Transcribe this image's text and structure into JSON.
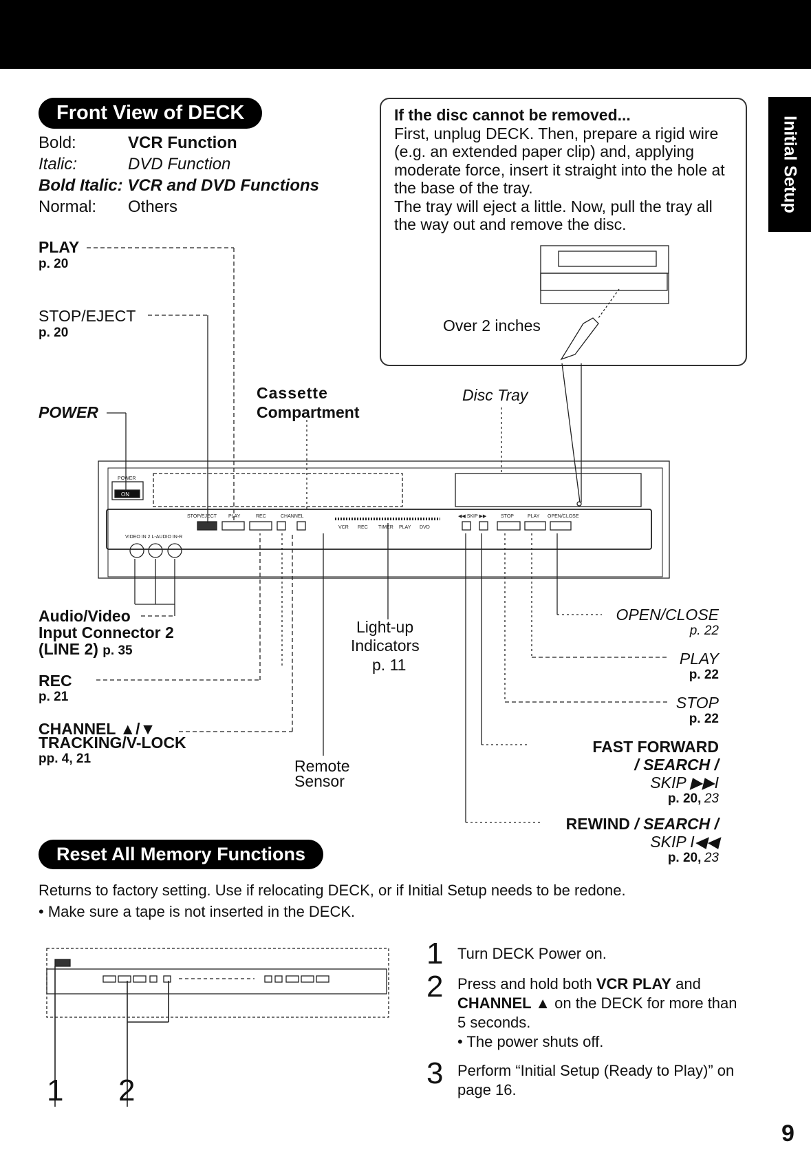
{
  "side_tab": "Initial Setup",
  "front_view": {
    "title": "Front View of DECK",
    "legend": [
      {
        "key": "Bold:",
        "value": "VCR Function"
      },
      {
        "key": "Italic:",
        "value": "DVD Function"
      },
      {
        "key": "Bold Italic:",
        "value": "VCR and DVD Functions"
      },
      {
        "key": "Normal:",
        "value": "Others"
      }
    ]
  },
  "callout": {
    "heading": "If the disc cannot be removed...",
    "body": "First, unplug DECK. Then, prepare a rigid wire (e.g. an extended paper clip) and, applying moderate force, insert it straight into the hole at the base of the tray.",
    "body2": "The tray will eject a little. Now, pull the tray all the way out and remove the disc.",
    "measure_label": "Over 2 inches"
  },
  "labels": {
    "play": "PLAY",
    "play_ref": "p. 20",
    "stop_eject": "STOP/EJECT",
    "stop_eject_ref": "p. 20",
    "power": "POWER",
    "cassette_1": "Cassette",
    "cassette_2": "Compartment",
    "disc_tray": "Disc Tray",
    "av_1": "Audio/Video",
    "av_2": "Input Connector 2",
    "av_3": "(LINE 2)",
    "av_ref": "p. 35",
    "rec": "REC",
    "rec_ref": "p. 21",
    "channel": "CHANNEL ▲/▼",
    "tracking": "TRACKING/V-LOCK",
    "channel_ref": "pp. 4, 21",
    "lightup_1": "Light-up",
    "lightup_2": "Indicators",
    "lightup_ref": "p. 11",
    "remote_1": "Remote",
    "remote_2": "Sensor",
    "open_close": "OPEN/CLOSE",
    "open_close_ref": "p. 22",
    "dvd_play": "PLAY",
    "dvd_play_ref": "p. 22",
    "dvd_stop": "STOP",
    "dvd_stop_ref": "p. 22",
    "ff_1": "FAST FORWARD",
    "ff_2": "/ SEARCH /",
    "ff_3": "SKIP ▶▶I",
    "ff_ref_b": "p. 20,",
    "ff_ref_i": "23",
    "rew_1": "REWIND",
    "rew_2": "/ SEARCH /",
    "rew_3": "SKIP I◀◀",
    "rew_ref_b": "p. 20,",
    "rew_ref_i": "23"
  },
  "deck_panel": {
    "power_label": "POWER",
    "power_button": "ON",
    "button_labels": [
      "STOP/EJECT",
      "PLAY",
      "REC",
      "CHANNEL"
    ],
    "indicators": [
      "VCR",
      "REC",
      "TIMER",
      "PLAY",
      "DVD"
    ],
    "dvd_button_labels": [
      "◀◀ SKIP ▶▶",
      "STOP",
      "PLAY",
      "OPEN/CLOSE"
    ],
    "input_label": "VIDEO IN 2   L-AUDIO IN-R"
  },
  "reset": {
    "title": "Reset All Memory Functions",
    "intro": "Returns to factory setting. Use if relocating DECK, or if Initial Setup needs to be redone.",
    "bullet": "• Make sure a tape is not inserted in the DECK.",
    "callout_1": "1",
    "callout_2": "2",
    "steps": [
      {
        "num": "1",
        "text": "Turn DECK Power on."
      },
      {
        "num": "2",
        "pre": "Press and hold both ",
        "b1": "VCR PLAY",
        "mid": " and ",
        "b2": "CHANNEL ▲",
        "post": " on the DECK for more than 5 seconds.",
        "note": "• The power shuts off."
      },
      {
        "num": "3",
        "text": "Perform “Initial Setup (Ready to Play)” on page 16."
      }
    ]
  },
  "page_number": "9"
}
